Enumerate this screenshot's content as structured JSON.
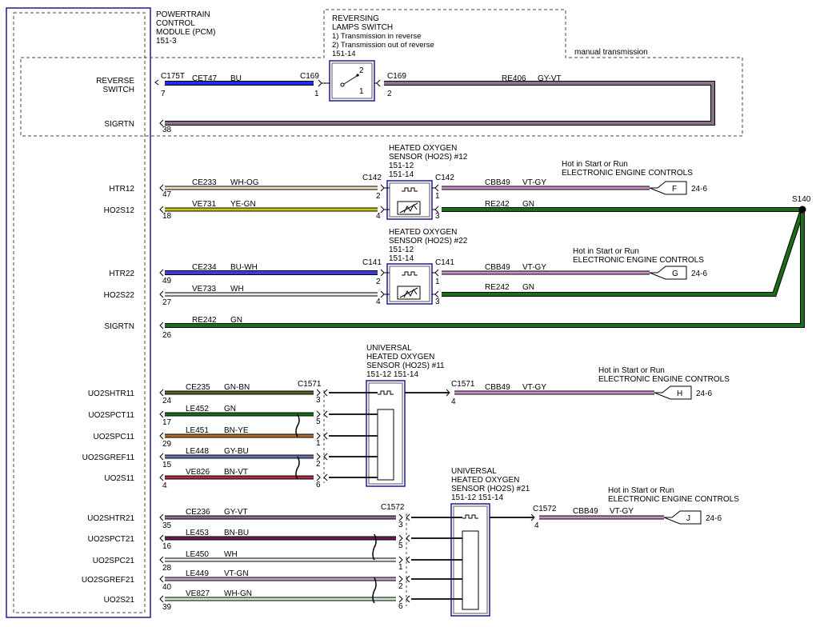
{
  "pcm": {
    "lines": [
      "POWERTRAIN",
      "CONTROL",
      "MODULE (PCM)",
      "151-3"
    ]
  },
  "reversing_switch": {
    "lines": [
      "REVERSING",
      "LAMPS SWITCH",
      "1) Transmission in reverse",
      "2) Transmission out of reverse",
      "151-14"
    ],
    "pin_top": "2",
    "pin_bottom": "1"
  },
  "manual_transmission": "manual transmission",
  "reverse_switch": {
    "label_line1": "REVERSE",
    "label_line2": "SWITCH",
    "connector_left": "C175T",
    "circuit": "CET47",
    "color": "BU",
    "connector_mid": "C169",
    "pin_pcm": "7",
    "pin_mid": "1",
    "connector_right": "C169",
    "pin_right": "2",
    "circuit_right": "RE406",
    "color_right": "GY-VT"
  },
  "sigrtn_top": {
    "label": "SIGRTN",
    "pin": "38"
  },
  "ho2s12": {
    "title_lines": [
      "HEATED OXYGEN",
      "SENSOR (HO2S) #12",
      "151-12",
      "151-14"
    ],
    "htr_label": "HTR12",
    "htr_pin": "47",
    "htr_circuit": "CE233",
    "htr_color": "WH-OG",
    "sig_label": "HO2S12",
    "sig_pin": "18",
    "sig_circuit": "VE731",
    "sig_color": "YE-GN",
    "connector_left": "C142",
    "pin_l_top": "2",
    "pin_l_bot": "4",
    "connector_right": "C142",
    "pin_r_top": "1",
    "pin_r_bot": "3",
    "feed_circuit": "CBB49",
    "feed_color": "VT-GY",
    "ret_circuit": "RE242",
    "ret_color": "GN",
    "hot_line1": "Hot in Start or Run",
    "hot_line2": "ELECTRONIC ENGINE CONTROLS",
    "ref_letter": "F",
    "ref_page": "24-6"
  },
  "splice": {
    "label": "S140"
  },
  "ho2s22": {
    "title_lines": [
      "HEATED OXYGEN",
      "SENSOR (HO2S) #22",
      "151-12",
      "151-14"
    ],
    "htr_label": "HTR22",
    "htr_pin": "49",
    "htr_circuit": "CE234",
    "htr_color": "BU-WH",
    "sig_label": "HO2S22",
    "sig_pin": "27",
    "sig_circuit": "VE733",
    "sig_color": "WH",
    "connector_left": "C141",
    "pin_l_top": "2",
    "pin_l_bot": "4",
    "connector_right": "C141",
    "pin_r_top": "1",
    "pin_r_bot": "3",
    "feed_circuit": "CBB49",
    "feed_color": "VT-GY",
    "ret_circuit": "RE242",
    "ret_color": "GN",
    "hot_line1": "Hot in Start or Run",
    "hot_line2": "ELECTRONIC ENGINE CONTROLS",
    "ref_letter": "G",
    "ref_page": "24-6"
  },
  "sigrtn_mid": {
    "label": "SIGRTN",
    "pin": "26",
    "circuit": "RE242",
    "color": "GN"
  },
  "uho2s11": {
    "title_lines": [
      "UNIVERSAL",
      "HEATED OXYGEN",
      "SENSOR (HO2S) #11",
      "151-12   151-14"
    ],
    "connector_left": "C1571",
    "connector_right": "C1571",
    "pin_right": "4",
    "feed_circuit": "CBB49",
    "feed_color": "VT-GY",
    "hot_line1": "Hot in Start or Run",
    "hot_line2": "ELECTRONIC ENGINE CONTROLS",
    "ref_letter": "H",
    "ref_page": "24-6",
    "wires": [
      {
        "label": "UO2SHTR11",
        "pin": "24",
        "circuit": "CE235",
        "color": "GN-BN",
        "cpin": "3"
      },
      {
        "label": "UO2SPCT11",
        "pin": "17",
        "circuit": "LE452",
        "color": "GN",
        "cpin": "5"
      },
      {
        "label": "UO2SPC11",
        "pin": "29",
        "circuit": "LE451",
        "color": "BN-YE",
        "cpin": "1"
      },
      {
        "label": "UO2SGREF11",
        "pin": "15",
        "circuit": "LE448",
        "color": "GY-BU",
        "cpin": "2"
      },
      {
        "label": "UO2S11",
        "pin": "4",
        "circuit": "VE826",
        "color": "BN-VT",
        "cpin": "6"
      }
    ]
  },
  "uho2s21": {
    "title_lines": [
      "UNIVERSAL",
      "HEATED OXYGEN",
      "SENSOR (HO2S) #21",
      "151-12   151-14"
    ],
    "connector_left": "C1572",
    "connector_right": "C1572",
    "pin_right": "4",
    "feed_circuit": "CBB49",
    "feed_color": "VT-GY",
    "hot_line1": "Hot in Start or Run",
    "hot_line2": "ELECTRONIC ENGINE CONTROLS",
    "ref_letter": "J",
    "ref_page": "24-6",
    "wires": [
      {
        "label": "UO2SHTR21",
        "pin": "35",
        "circuit": "CE236",
        "color": "GY-VT",
        "cpin": "3"
      },
      {
        "label": "UO2SPCT21",
        "pin": "16",
        "circuit": "LE453",
        "color": "BN-BU",
        "cpin": "5"
      },
      {
        "label": "UO2SPC21",
        "pin": "28",
        "circuit": "LE450",
        "color": "WH",
        "cpin": "1"
      },
      {
        "label": "UO2SGREF21",
        "pin": "40",
        "circuit": "LE449",
        "color": "VT-GN",
        "cpin": "2"
      },
      {
        "label": "UO2S21",
        "pin": "39",
        "circuit": "VE827",
        "color": "WH-GN",
        "cpin": "6"
      }
    ]
  },
  "wire_colors": {
    "BU": "#1f2ee6",
    "GY-VT": "#8a7088",
    "GN": "#1a6e1a",
    "WH-OG": "#f3dcc0",
    "YE-GN": "#c9c914",
    "VT-GY": "#c98fc9",
    "BU-WH": "#3a3ae0",
    "WH": "#ececec",
    "GN-BN": "#5a5a22",
    "BN-YE": "#b86a2a",
    "GY-BU": "#6670aa",
    "BN-VT": "#b02c40",
    "BN-BU": "#6a1e50",
    "VT-GN": "#c6a4c6",
    "WH-GN": "#cfe4cf",
    "SIGRTN": "#8a7e8a",
    "C1571": "#202020"
  }
}
